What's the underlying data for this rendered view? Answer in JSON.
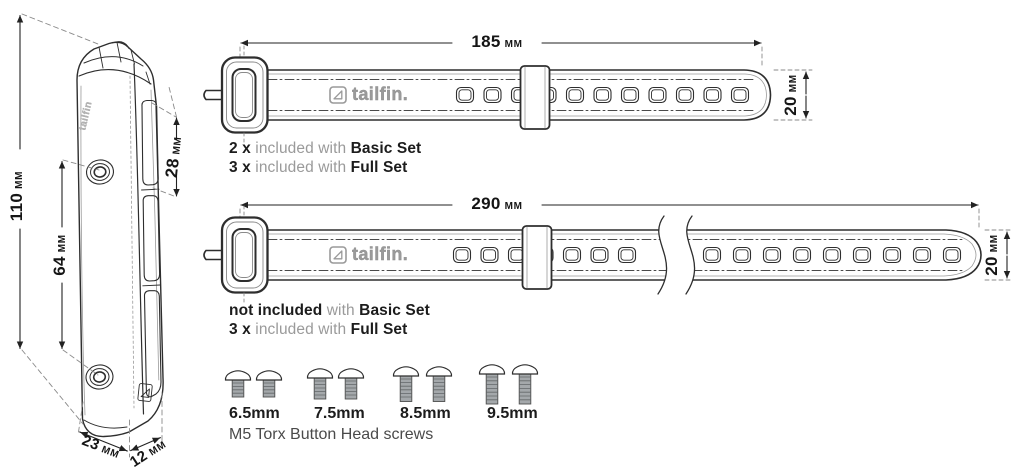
{
  "colors": {
    "line": "#2e2e2e",
    "guide": "#8a8a8a",
    "dim_text": "#151515",
    "muted_text": "#9a9a9a",
    "dark_text": "#1c1c1c",
    "logo_gray": "#8d8d8d",
    "screw_thread": "#a4a8ab"
  },
  "bracket": {
    "brand": "tailfin",
    "height": {
      "value": "110",
      "unit": "MM"
    },
    "hole_spacing": {
      "value": "64",
      "unit": "MM"
    },
    "top_offset": {
      "value": "28",
      "unit": "MM"
    },
    "width": {
      "value": "23",
      "unit": "MM"
    },
    "depth": {
      "value": "12",
      "unit": "MM"
    }
  },
  "strap_short": {
    "brand": "tailfin.",
    "length": {
      "value": "185",
      "unit": "MM"
    },
    "width": {
      "value": "20",
      "unit": "MM"
    },
    "notes": [
      {
        "lead": "2 x",
        "mid": "included with",
        "tail": "Basic Set"
      },
      {
        "lead": "3 x",
        "mid": "included with",
        "tail": "Full Set"
      }
    ]
  },
  "strap_long": {
    "brand": "tailfin.",
    "length": {
      "value": "290",
      "unit": "MM"
    },
    "width": {
      "value": "20",
      "unit": "MM"
    },
    "notes": [
      {
        "lead": "not included",
        "mid": "with",
        "tail": "Basic Set"
      },
      {
        "lead": "3 x",
        "mid": "included with",
        "tail": "Full Set"
      }
    ]
  },
  "screws": {
    "sizes": [
      "6.5mm",
      "7.5mm",
      "8.5mm",
      "9.5mm"
    ],
    "description": "M5 Torx Button Head screws"
  }
}
